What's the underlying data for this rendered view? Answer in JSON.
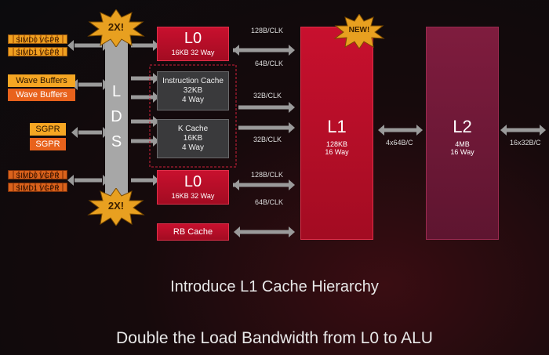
{
  "left_registers": {
    "simd_vgpr_top": [
      "SIMD0 VGPR",
      "SIMD1 VGPR"
    ],
    "wave_buffers": [
      "Wave Buffers",
      "Wave Buffers"
    ],
    "sgpr": [
      "SGPR",
      "SGPR"
    ],
    "simd_vgpr_bottom": [
      "SIMD0 VGPR",
      "SIMD1 VGPR"
    ]
  },
  "lds": {
    "letters": [
      "L",
      "D",
      "S"
    ]
  },
  "badges": {
    "top": "2X!",
    "bottom": "2X!",
    "new": "NEW!"
  },
  "l0_top": {
    "title": "L0",
    "sub": "16KB 32 Way"
  },
  "l0_bottom": {
    "title": "L0",
    "sub": "16KB 32 Way"
  },
  "instruction_cache": {
    "name": "Instruction Cache",
    "size": "32KB",
    "ways": "4 Way"
  },
  "k_cache": {
    "name": "K Cache",
    "size": "16KB",
    "ways": "4 Way"
  },
  "rb_cache": {
    "name": "RB Cache"
  },
  "bandwidth": {
    "l0_top_in": "128B/CLK",
    "l0_top_out": "64B/CLK",
    "icache": "32B/CLK",
    "kcache": "32B/CLK",
    "l0_bottom_in": "128B/CLK",
    "l0_bottom_out": "64B/CLK",
    "l1_l2": "4x64B/C",
    "l2_out": "16x32B/C"
  },
  "l1": {
    "title": "L1",
    "size": "128KB",
    "ways": "16 Way"
  },
  "l2": {
    "title": "L2",
    "size": "4MB",
    "ways": "16 Way"
  },
  "headline": "Introduce L1 Cache Hierarchy",
  "subheadline": "Double the Load Bandwidth from L0 to ALU",
  "colors": {
    "accent_red": "#c8102e",
    "l2_purple": "#7a1a3a",
    "star": "#e8a020",
    "lds_gray": "#a7a7a7"
  }
}
